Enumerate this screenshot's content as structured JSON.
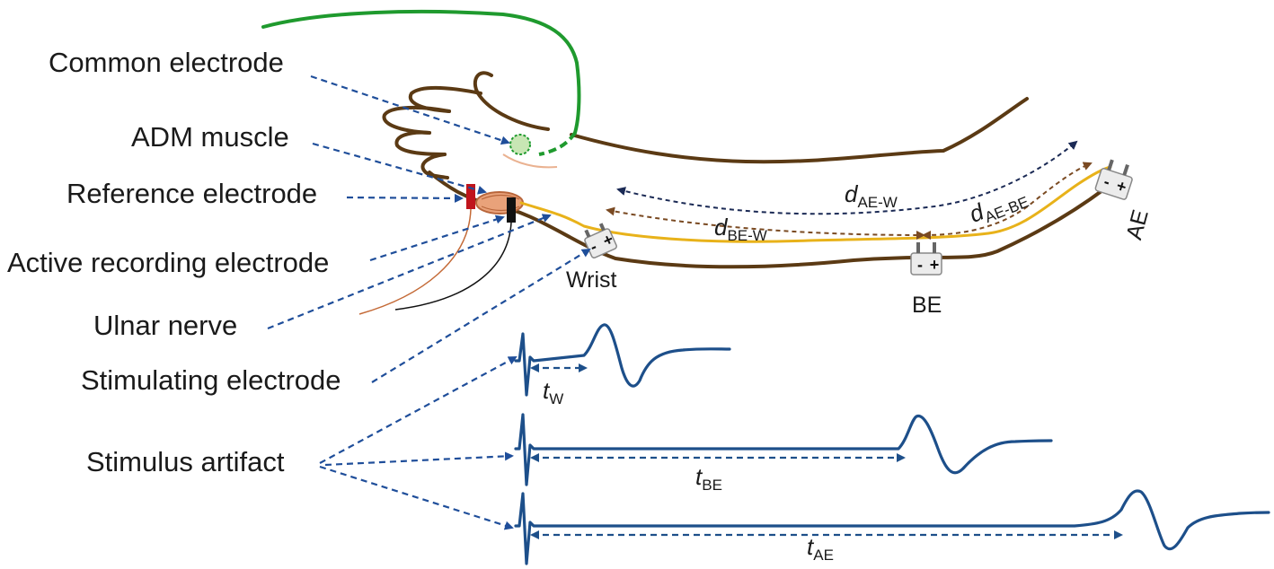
{
  "labels": {
    "common_electrode": "Common electrode",
    "adm_muscle": "ADM muscle",
    "reference_electrode": "Reference electrode",
    "active_recording_electrode": "Active recording electrode",
    "ulnar_nerve": "Ulnar nerve",
    "stimulating_electrode": "Stimulating electrode",
    "stimulus_artifact": "Stimulus artifact"
  },
  "sites": {
    "wrist": "Wrist",
    "be": "BE",
    "ae": "AE"
  },
  "polarity": {
    "minus": "-",
    "plus": "+"
  },
  "distances": {
    "d_symbol": "d",
    "ae_w_sub": "AE-W",
    "be_w_sub": "BE-W",
    "ae_be_sub": "AE-BE"
  },
  "latencies": {
    "t_symbol": "t",
    "w_sub": "W",
    "be_sub": "BE",
    "ae_sub": "AE"
  },
  "colors": {
    "arm_outline": "#5b3a14",
    "ground_wire": "#1f9a2e",
    "nerve": "#e8b21a",
    "pointer": "#1f4e9a",
    "waveform": "#1d4f8a",
    "reference_electrode": "#c0141c",
    "active_electrode": "#111111",
    "adm_muscle": "#e9a27a",
    "common_electrode_fill": "#c8e6b4",
    "distance_ae_w": "#1b2a55",
    "distance_be": "#7a4a22"
  }
}
